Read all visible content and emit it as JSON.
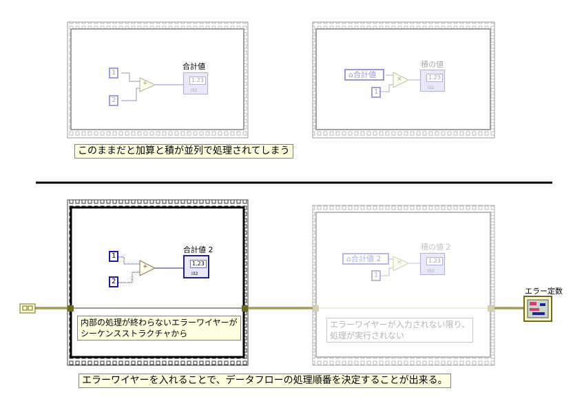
{
  "diagram_top": {
    "sum_label": "合計値",
    "product_label": "積の値",
    "const_a": "1",
    "const_b": "2",
    "const_c": "1",
    "local_var": "合計値",
    "indicator_value": "1.23",
    "indicator_type": "I32",
    "add_symbol": "+",
    "mult_symbol": "×",
    "note": "このままだと加算と積が並列で処理されてしまう"
  },
  "diagram_bottom": {
    "sum_label": "合計値 2",
    "product_label": "積の値 2",
    "const_a": "1",
    "const_b": "2",
    "const_c": "1",
    "local_var": "合計値 2",
    "indicator_value": "1.23",
    "indicator_type": "I32",
    "add_symbol": "+",
    "mult_symbol": "×",
    "note_frame1": "内部の処理が終わらないエラーワイヤーが\nシーケンスストラクチャから",
    "note_frame2": "エラーワイヤーが入力されない限り、\n処理が実行されない",
    "error_const_label": "エラー定数",
    "bottom_note": "エラーワイヤーを入れることで、データフローの処理順番を決定することが出来る。"
  }
}
